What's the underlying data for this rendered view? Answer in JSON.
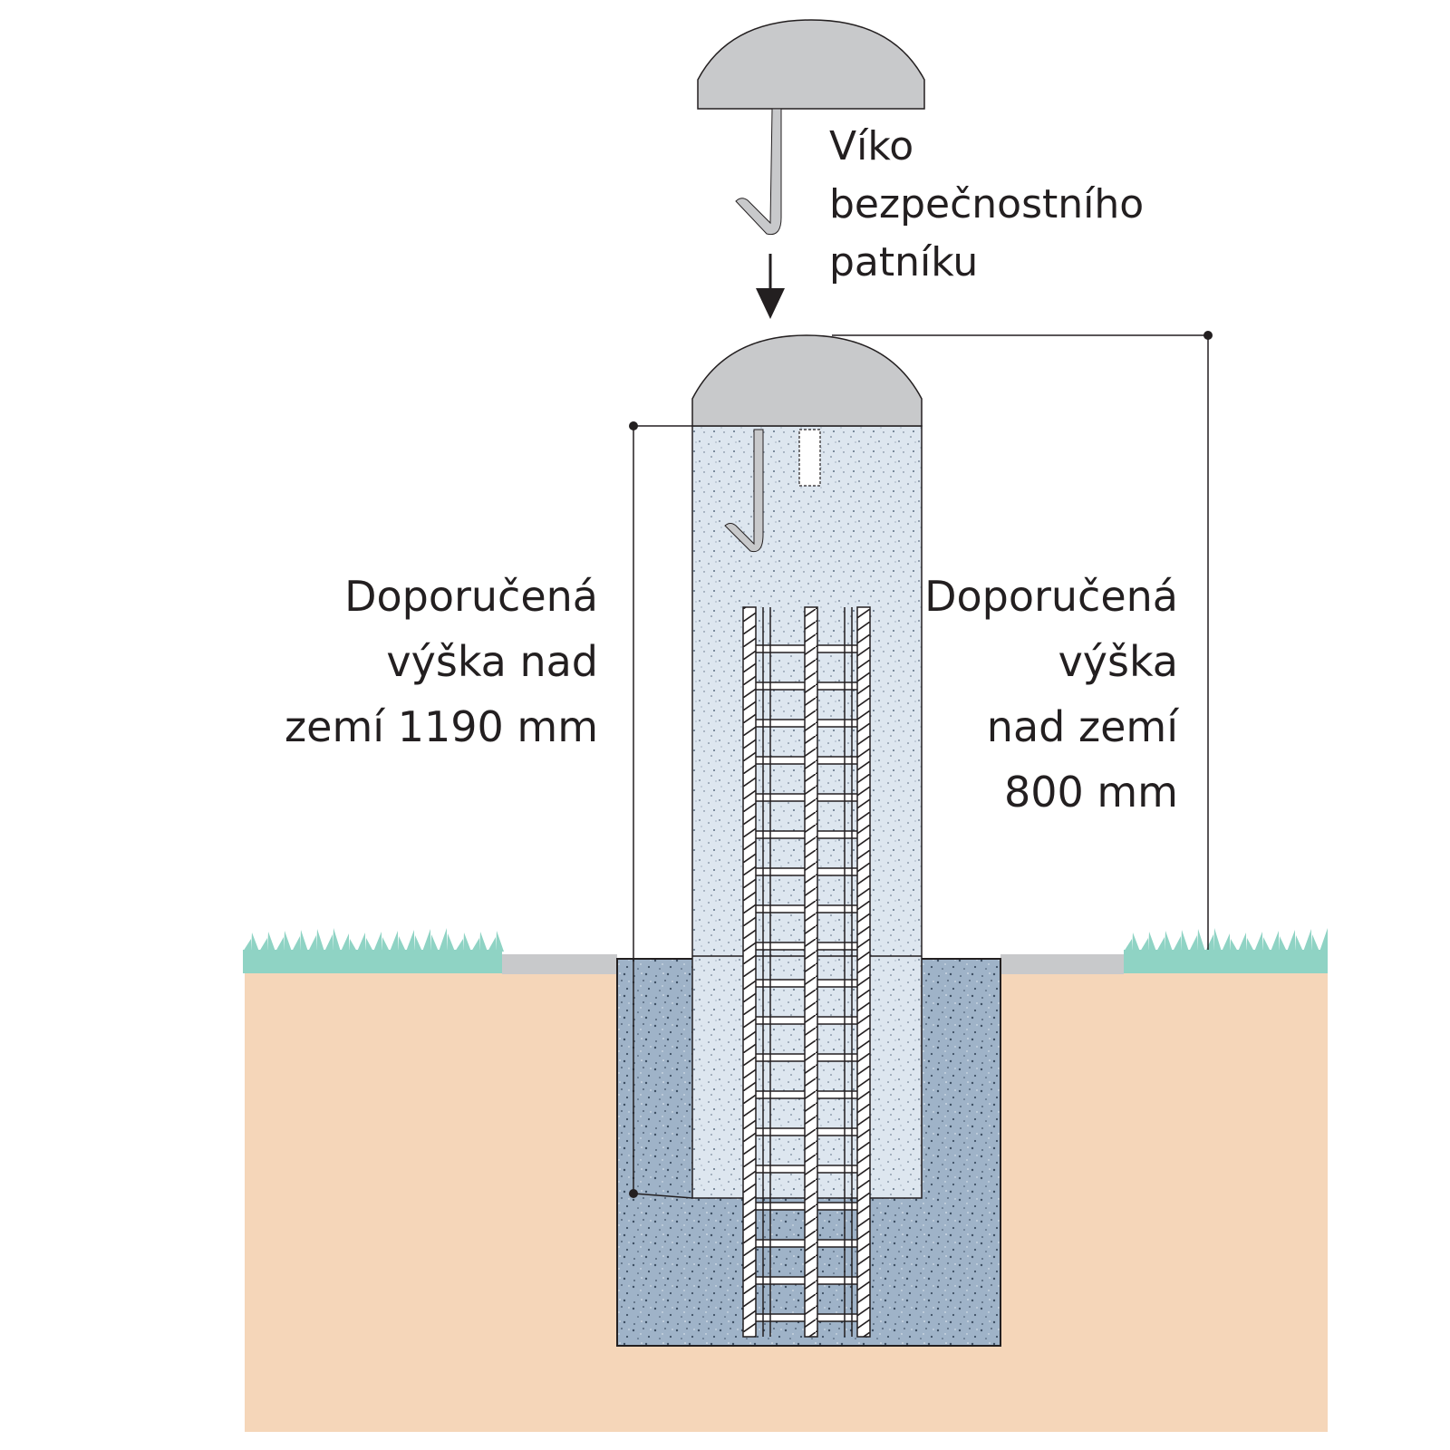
{
  "lid_label": {
    "lines": [
      "Víko",
      "bezpečnostního",
      "patníku"
    ]
  },
  "left_dimension_label": {
    "lines": [
      "Doporučená",
      "výška nad",
      "zemí 1190 mm"
    ]
  },
  "right_dimension_label": {
    "lines": [
      "Doporučená",
      "výška",
      "nad zemí",
      "800 mm"
    ]
  },
  "colors": {
    "soil": "#f5d6b9",
    "grass": "#8fd3c4",
    "paving": "#c8c9cb",
    "concrete_foundation": "#9fb3c8",
    "bollard_concrete": "#dbe5ee",
    "lid": "#c8c9cb",
    "rebar": "#ffffff",
    "dimension_line": "#231f20"
  }
}
